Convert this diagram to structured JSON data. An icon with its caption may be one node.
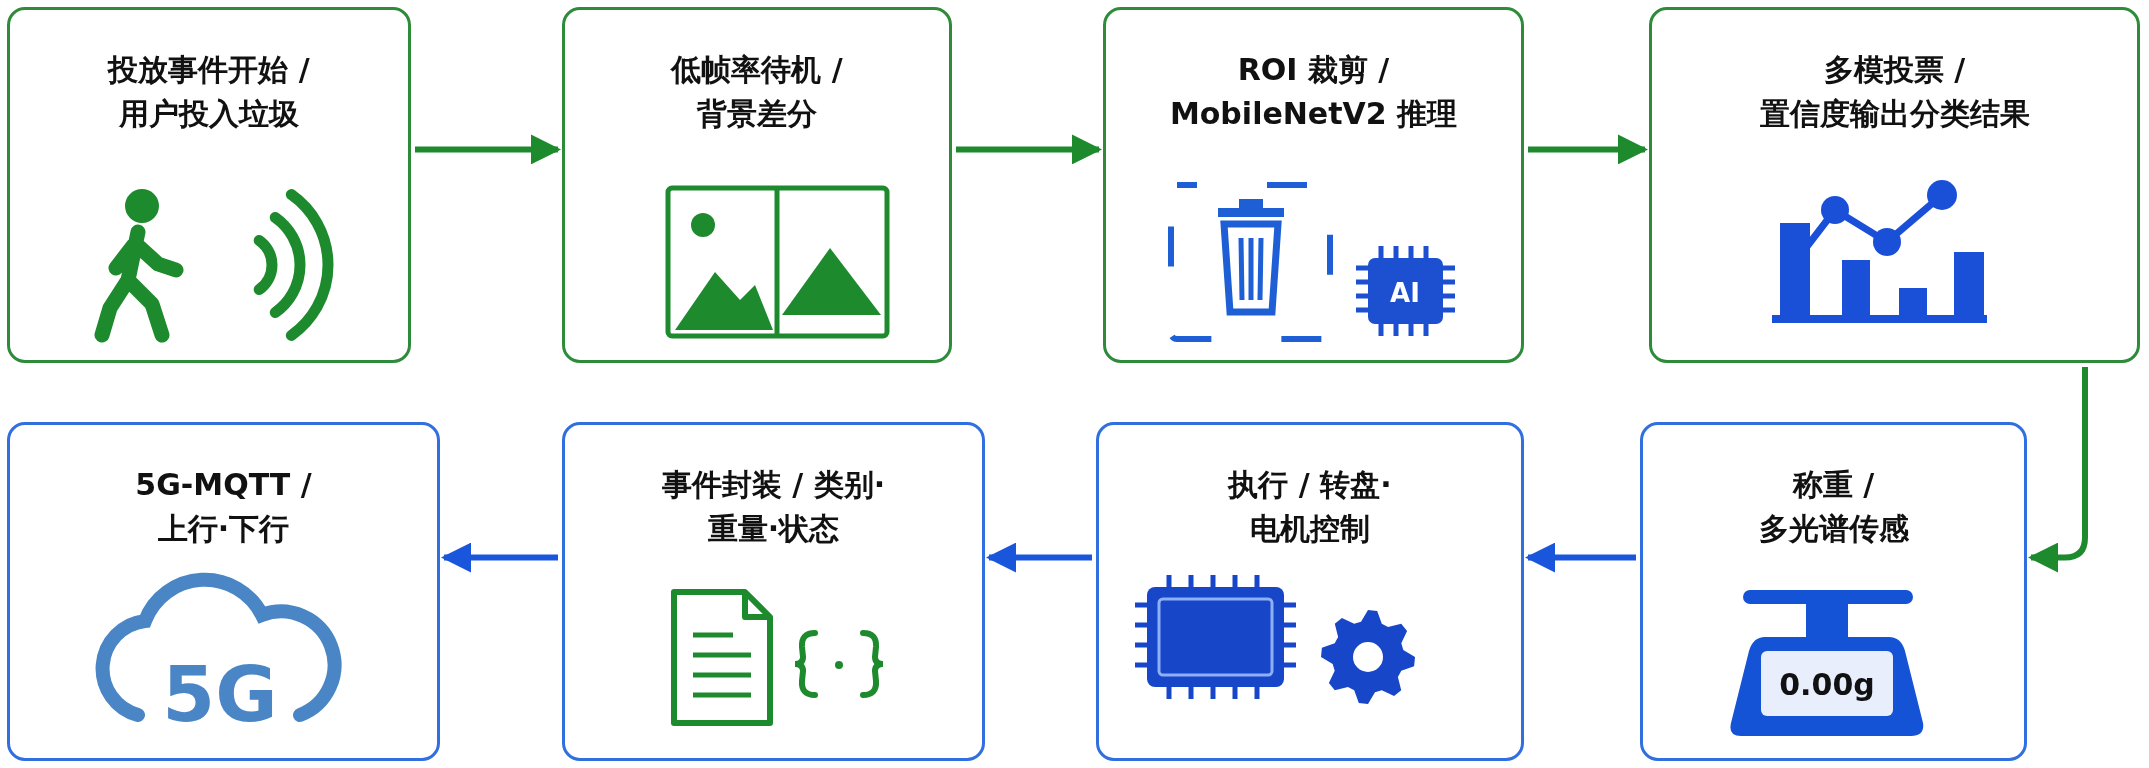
{
  "diagram": {
    "nodes": [
      {
        "text": [
          "投放事件开始 / 用户投入垃圾"
        ]
      },
      {
        "text": [
          "低帧率待机 / 背景差分"
        ]
      },
      {
        "text": [
          "ROI 裁剪 / MobileNetV2 推理"
        ]
      },
      {
        "text": [
          "多模投票 / 置信度输出分类结果"
        ]
      },
      {
        "text": [
          "称重 / 多光谱传感"
        ]
      },
      {
        "text": [
          "执行 / 转盘·电机控制"
        ]
      },
      {
        "text": [
          "事件封装 / 类别·重量·状态"
        ]
      },
      {
        "text": [
          "5G-MQTT / 上行·下行"
        ]
      }
    ],
    "edges": [
      {
        "from": 0,
        "to": 1,
        "arrow": "to"
      },
      {
        "from": 1,
        "to": 2,
        "arrow": "to"
      },
      {
        "from": 2,
        "to": 3,
        "arrow": "to"
      },
      {
        "from": 3,
        "to": 4,
        "arrow": "to"
      },
      {
        "from": 4,
        "to": 5,
        "arrow": "to",
        "color": "#1a56db"
      },
      {
        "from": 5,
        "to": 6,
        "arrow": "to",
        "color": "#1a56db"
      },
      {
        "from": 6,
        "to": 7,
        "arrow": "to",
        "color": "#1a56db"
      }
    ],
    "labels": [
      "AI",
      "0.00g",
      "5G"
    ]
  }
}
